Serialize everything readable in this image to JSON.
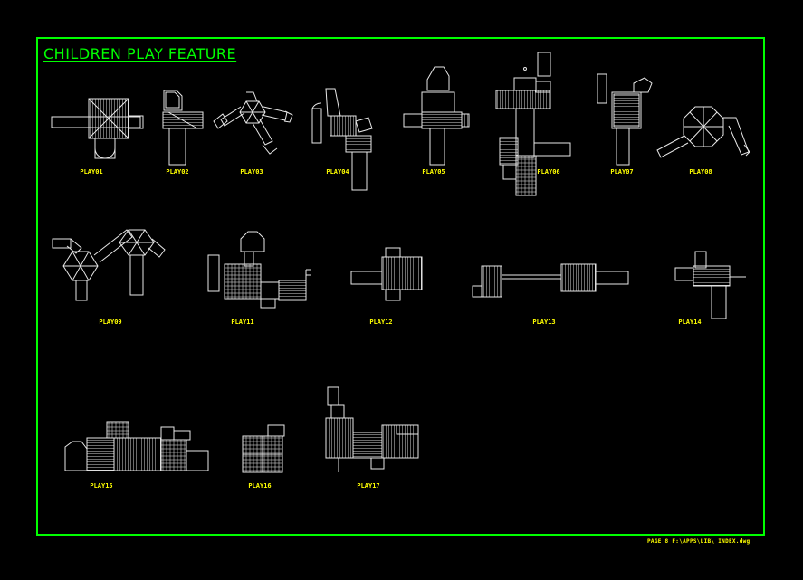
{
  "title": "CHILDREN PLAY FEATURE",
  "labels": {
    "p1": "PLAY01",
    "p2": "PLAY02",
    "p3": "PLAY03",
    "p4": "PLAY04",
    "p5": "PLAY05",
    "p6": "PLAY06",
    "p7": "PLAY07",
    "p8": "PLAY08",
    "p9": "PLAY09",
    "p11": "PLAY11",
    "p12": "PLAY12",
    "p13": "PLAY13",
    "p14": "PLAY14",
    "p15": "PLAY15",
    "p16": "PLAY16",
    "p17": "PLAY17"
  },
  "footer": "PAGE 8      F:\\APPS\\LIB\\  INDEX.dwg",
  "colors": {
    "frame": "#00ff00",
    "title": "#00ff00",
    "labels": "#ffff00",
    "drawing": "#e8e8e8",
    "background": "#000000"
  }
}
